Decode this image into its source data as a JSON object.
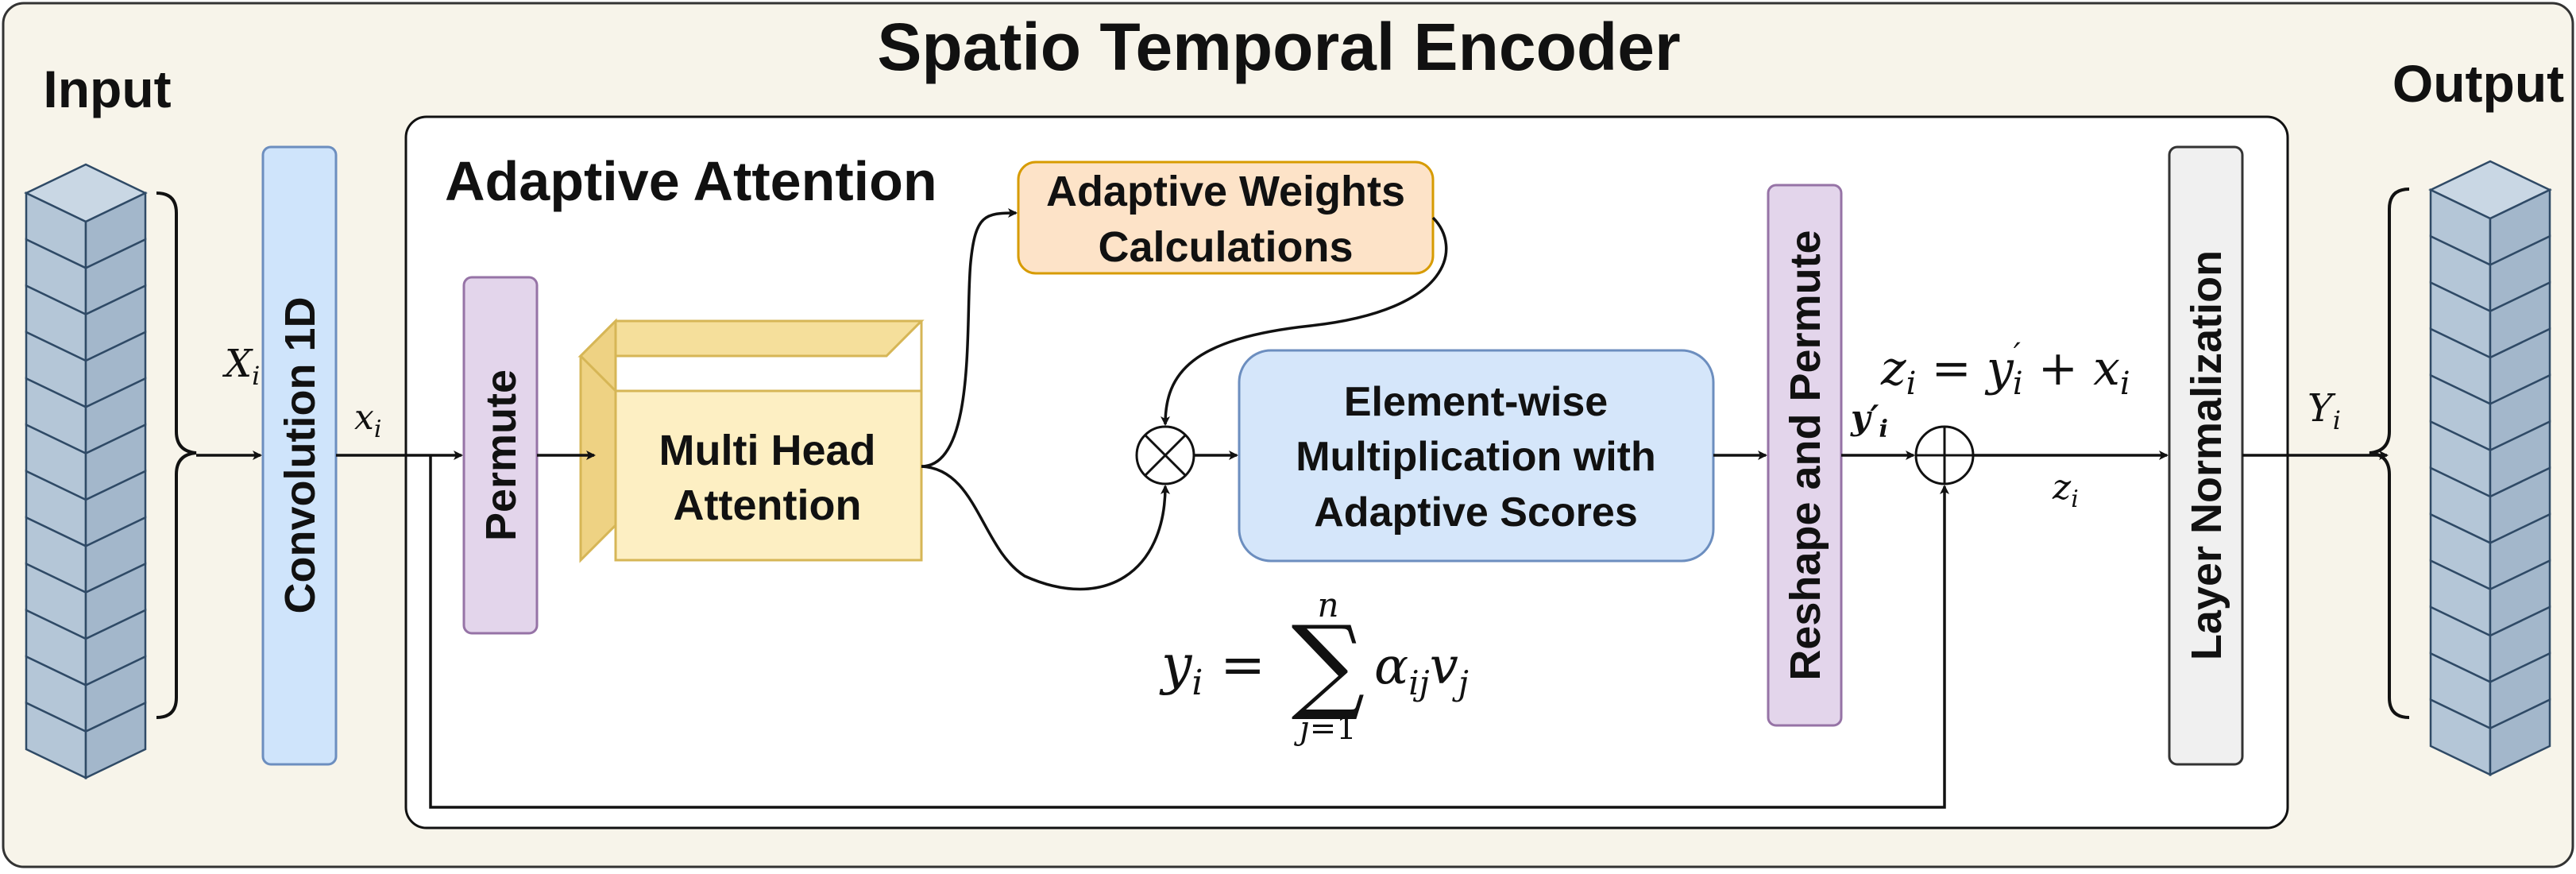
{
  "title": "Spatio Temporal Encoder",
  "input_label": "Input",
  "output_label": "Output",
  "adaptive_attention_label": "Adaptive Attention",
  "convolution_label": "Convolution 1D",
  "permute_label": "Permute",
  "multi_head_attention": {
    "line1": "Multi Head",
    "line2": "Attention"
  },
  "adaptive_weights": {
    "line1": "Adaptive Weights",
    "line2": "Calculations"
  },
  "elementwise": {
    "line1": "Element-wise",
    "line2": "Multiplication with",
    "line3": "Adaptive Scores"
  },
  "reshape_permute_label": "Reshape and Permute",
  "layer_norm_label": "Layer Normalization",
  "symbols": {
    "X_i": "Xi",
    "x_i": "xi",
    "y_prime_i": "y′i",
    "z_i": "zi",
    "Y_i": "Yi"
  },
  "equations": {
    "residual": "zi = y′i + xi",
    "attention_sum": "yi = Σ αij vj, j=1..n"
  },
  "colors": {
    "background": "#f7f4ea",
    "conv": "#cfe4fb",
    "permute": "#e3d5eb",
    "mha": "#fdefc3",
    "weights": "#fde3c8",
    "elementwise": "#d5e6fa",
    "layernorm": "#f0f0f0",
    "stack": "#b4c6d7"
  }
}
